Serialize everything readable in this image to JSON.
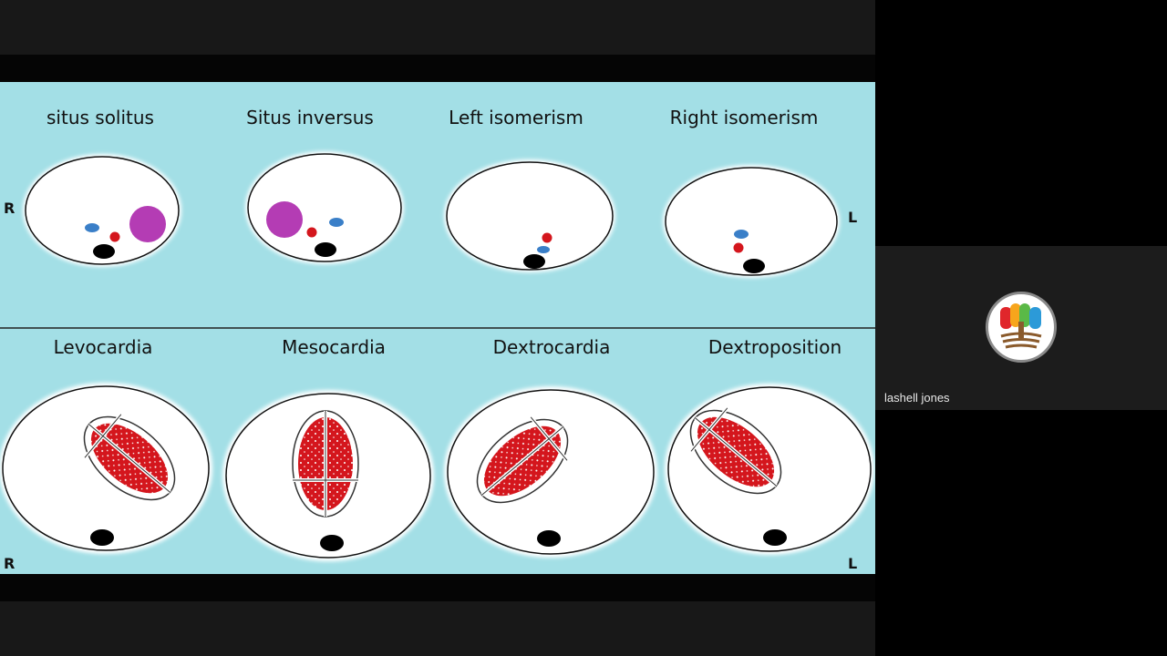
{
  "slide": {
    "top_row_labels": [
      "situs solitus",
      "Situs inversus",
      "Left isomerism",
      "Right isomerism"
    ],
    "bottom_row_labels": [
      "Levocardia",
      "Mesocardia",
      "Dextrocardia",
      "Dextroposition"
    ],
    "side_labels": {
      "top_left": "R",
      "top_right": "L",
      "bottom_left": "R",
      "bottom_right": "L"
    },
    "colors": {
      "background": "#a3dfe6",
      "heart_fill": "#d4161d",
      "spleen": "#b43cb4",
      "vein": "#3a7fc8",
      "aorta": "#d4161d",
      "spine": "#000000"
    }
  },
  "participant": {
    "name": "lashell jones",
    "avatar_icon": "tree-logo-icon"
  }
}
